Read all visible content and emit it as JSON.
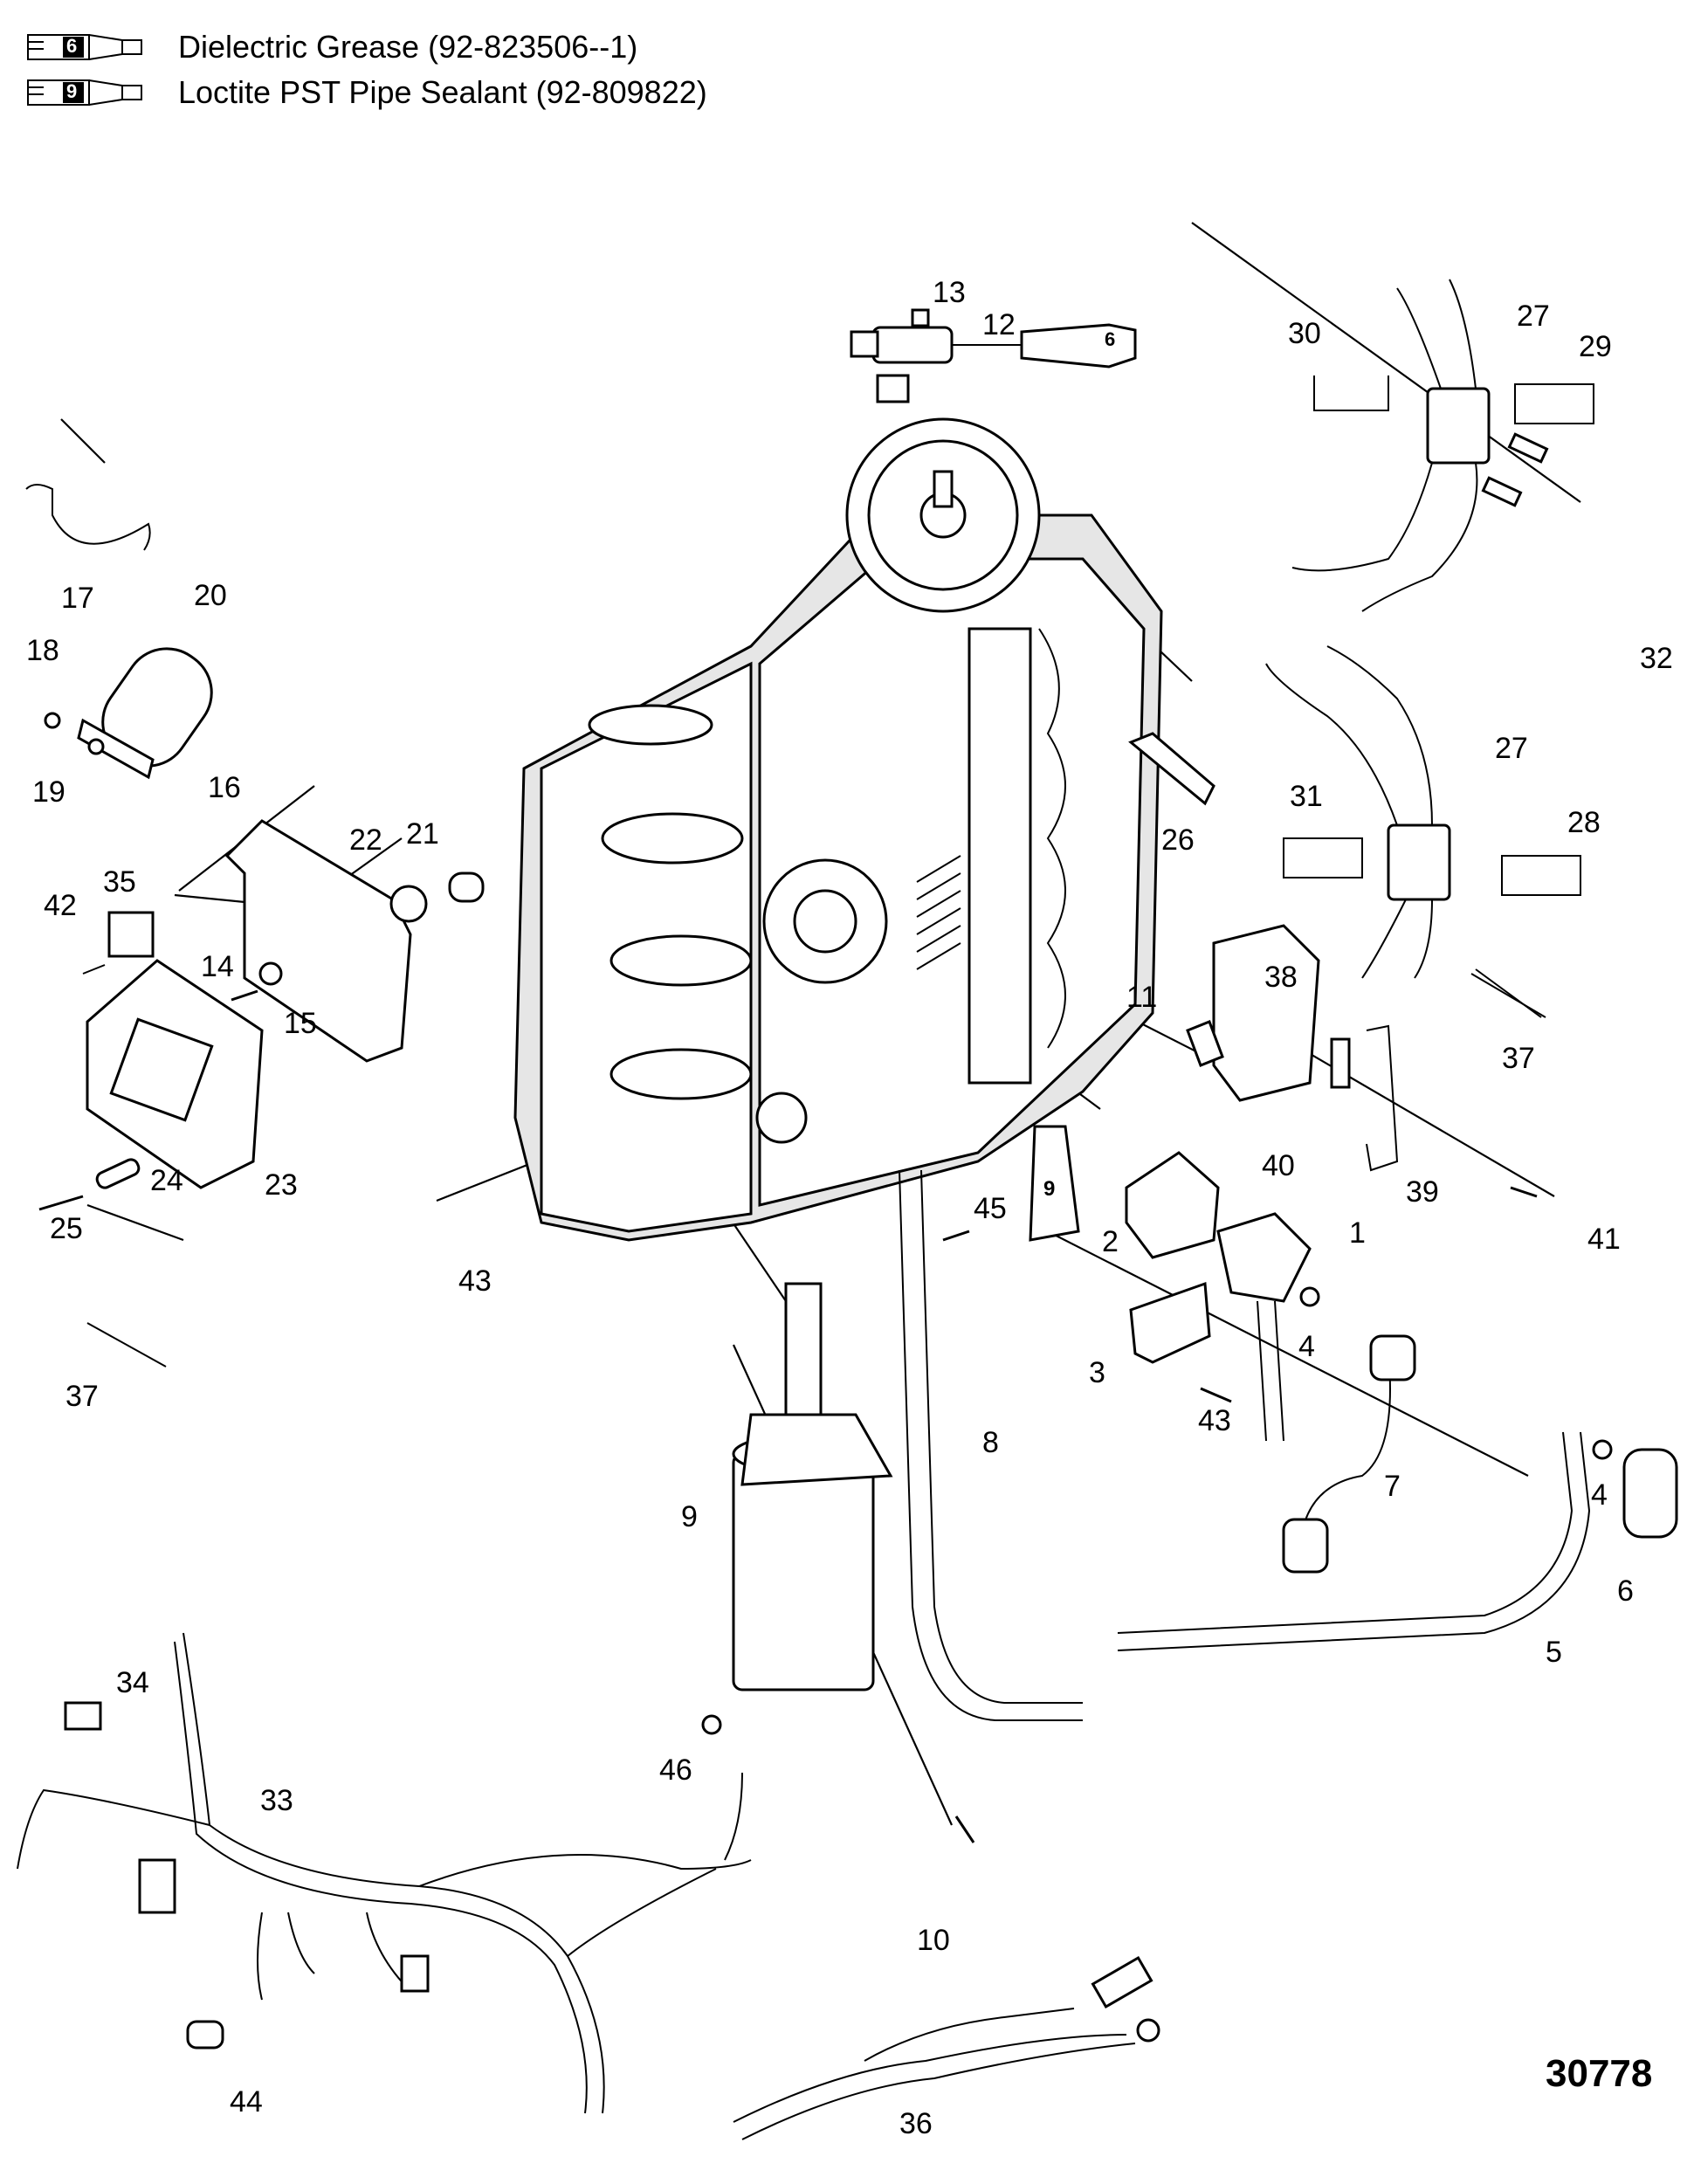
{
  "legend": {
    "items": [
      {
        "number": "6",
        "label": "Dielectric Grease (92-823506--1)"
      },
      {
        "number": "9",
        "label": "Loctite PST Pipe Sealant (92-809822)"
      }
    ]
  },
  "callouts": {
    "c1": "1",
    "c2": "2",
    "c3": "3",
    "c4a": "4",
    "c4b": "4",
    "c5": "5",
    "c6": "6",
    "c7": "7",
    "c8": "8",
    "c9": "9",
    "c10": "10",
    "c11": "11",
    "c12": "12",
    "c13": "13",
    "c14": "14",
    "c15": "15",
    "c16": "16",
    "c17": "17",
    "c18": "18",
    "c19": "19",
    "c20": "20",
    "c21": "21",
    "c22": "22",
    "c23": "23",
    "c24": "24",
    "c25": "25",
    "c26": "26",
    "c27a": "27",
    "c27b": "27",
    "c28": "28",
    "c29": "29",
    "c30": "30",
    "c31": "31",
    "c32": "32",
    "c33": "33",
    "c34": "34",
    "c35": "35",
    "c36": "36",
    "c37a": "37",
    "c37b": "37",
    "c38": "38",
    "c39": "39",
    "c40": "40",
    "c41": "41",
    "c42": "42",
    "c43a": "43",
    "c43b": "43",
    "c44": "44",
    "c45": "45",
    "c46": "46"
  },
  "tube_labels": {
    "grease": "6",
    "sealant": "9"
  },
  "reference_number": "30778"
}
